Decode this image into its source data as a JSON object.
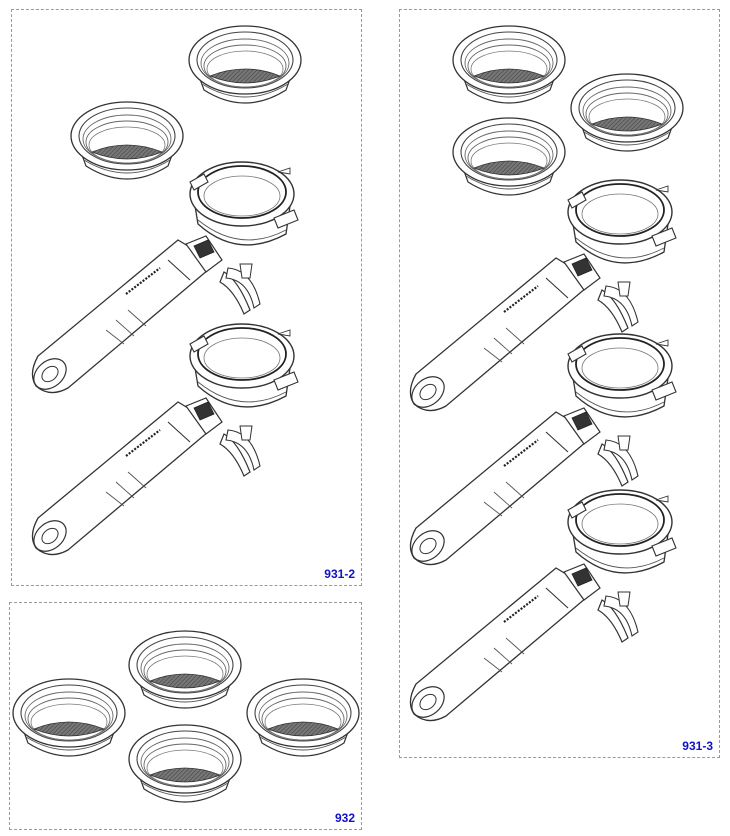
{
  "diagram": {
    "type": "parts-catalog-illustration",
    "subject": "espresso portafilter and filter basket sets",
    "label_color": "#1010c8",
    "line_color": "#333333",
    "border_color": "#9a9a9a"
  },
  "panels": [
    {
      "id": "931-2",
      "label": "931-2",
      "contents": {
        "filter_baskets": 2,
        "portafilters": 2
      }
    },
    {
      "id": "931-3",
      "label": "931-3",
      "contents": {
        "filter_baskets": 3,
        "portafilters": 3
      }
    },
    {
      "id": "932",
      "label": "932",
      "contents": {
        "filter_baskets": 4,
        "portafilters": 0
      }
    }
  ]
}
